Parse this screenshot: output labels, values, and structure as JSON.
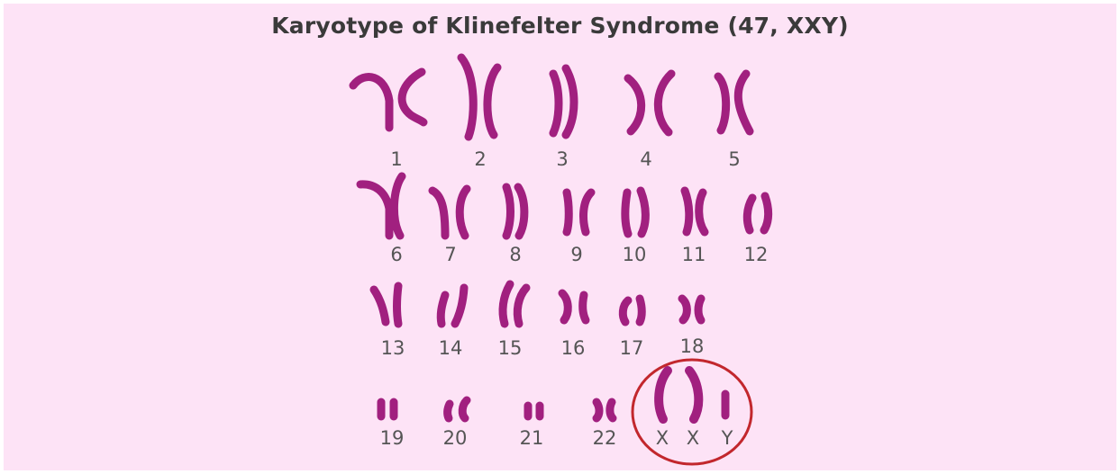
{
  "title": "Karyotype of Klinefelter Syndrome (47, XXY)",
  "chromosome_labels": [
    "1",
    "2",
    "3",
    "4",
    "5",
    "6",
    "7",
    "8",
    "9",
    "10",
    "11",
    "12",
    "13",
    "14",
    "15",
    "16",
    "17",
    "18",
    "19",
    "20",
    "21",
    "22"
  ],
  "sex_chromosome_labels": [
    "X",
    "X",
    "Y"
  ],
  "colors": {
    "background": "#fde3f6",
    "chromosome": "#a1207f",
    "circle": "#c2272d",
    "label": "#555555",
    "title": "#3a3a3a"
  }
}
